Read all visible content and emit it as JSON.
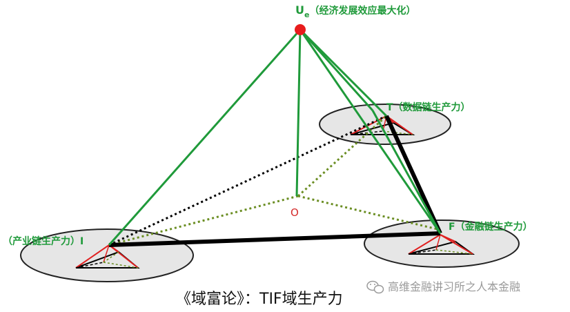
{
  "nodes": {
    "ue": {
      "main": "U",
      "sub": "e",
      "label": "（经济发展效应最大化）"
    },
    "t": {
      "label": "T（数据链生产力）"
    },
    "f": {
      "label": "F（金融链生产力）"
    },
    "i": {
      "label": "（产业链生产力）I"
    },
    "o": {
      "label": "O"
    }
  },
  "caption": "《域富论》：TIF域生产力",
  "watermark": {
    "text": "高维金融讲习所之人本金融"
  },
  "colors": {
    "green": "#1f9a3a",
    "black": "#000000",
    "olive_dotted": "#6b8e23",
    "red": "#e02020",
    "disc_fill": "#e6e6e6",
    "disc_stroke": "#222222"
  }
}
